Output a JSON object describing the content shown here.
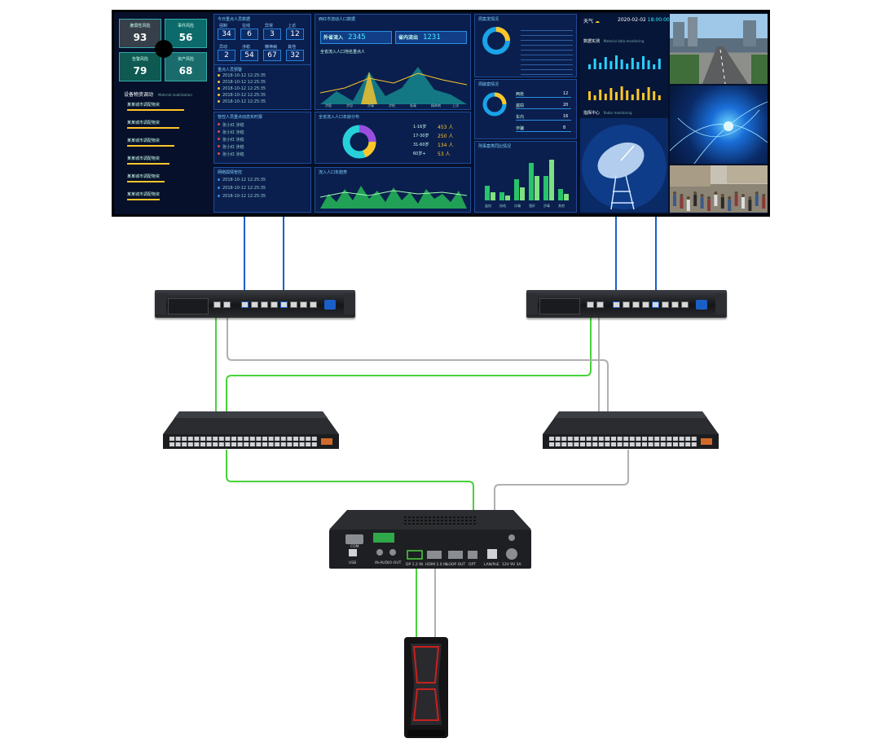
{
  "wall": {
    "risks": [
      {
        "label": "脆弱性风险",
        "value": "93",
        "color": "#37404a"
      },
      {
        "label": "事件风险",
        "value": "56",
        "color": "#0d6a6a"
      },
      {
        "label": "告警风险",
        "value": "79",
        "color": "#0e5a52"
      },
      {
        "label": "资产风险",
        "value": "68",
        "color": "#1a6c6c"
      }
    ],
    "material_title": "设备物资调动",
    "material_subtitle": "Material mobilization",
    "material_rows": [
      "某某城市调配物资",
      "某某城市调配物资",
      "某某城市调配物资",
      "某某城市调配物资",
      "某某城市调配物资",
      "某某城市调配物资"
    ],
    "today_title": "今日重点人员数据",
    "today_top_labels": [
      "强制",
      "在线",
      "异常",
      "上访"
    ],
    "today_top_values": [
      "34",
      "6",
      "3",
      "12"
    ],
    "today_bottom_labels": [
      "异动",
      "涉稳",
      "精神病",
      "其他"
    ],
    "today_bottom_values": [
      "2",
      "54",
      "67",
      "32"
    ],
    "alert_title": "重点人员预警",
    "alert_rows": [
      "2018-10-12  12:25:35",
      "2018-10-12  12:25:35",
      "2018-10-12  12:25:35",
      "2018-10-12  12:25:35",
      "2018-10-12  12:25:35"
    ],
    "mgmt_title": "管控人员重点动态实时报",
    "mgmt_rows": [
      "张小红  涉稳",
      "张小红  涉稳",
      "张小红  涉稳",
      "张小红  涉稳",
      "张小红  涉稳"
    ],
    "net_title": "网络舆情管控",
    "net_rows": [
      "2018-10-12  12:25:35",
      "2018-10-12  12:25:35",
      "2018-10-12  12:25:35"
    ],
    "flow_title": "西红市流动人口数据",
    "flow_in_label": "外省流入",
    "flow_in_value": "2345",
    "flow_out_label": "省内流出",
    "flow_out_value": "1231",
    "flow_chart_title": "全省流入人口地名重点人",
    "flow_cats": [
      "涉稳",
      "涉恐",
      "涉毒",
      "涉枪",
      "吸毒",
      "精神病",
      "上访"
    ],
    "age_title": "全省流入人口年龄分布",
    "age_rows": [
      {
        "range": "1-16岁",
        "value": "453 人"
      },
      {
        "range": "17-30岁",
        "value": "250 人"
      },
      {
        "range": "31-60岁",
        "value": "134 人"
      },
      {
        "range": "60岁+",
        "value": "53 人"
      }
    ],
    "trend_title": "流入人口年趋势",
    "case_title": "周案发情况",
    "week_title": "周破案情况",
    "week_rows": [
      {
        "label": "两抢",
        "value": "12"
      },
      {
        "label": "盗窃",
        "value": "20"
      },
      {
        "label": "车内",
        "value": "16"
      },
      {
        "label": "诈骗",
        "value": "8"
      }
    ],
    "compare_title": "刑事案类同比情况",
    "compare_cats": [
      "盗窃",
      "抢劫",
      "诈骗",
      "强奸",
      "涉毒",
      "其他"
    ],
    "weather_label": "天气",
    "date_text": "2020-02-02",
    "time_text": "18:00:00",
    "material_data_title": "数据实测",
    "material_data_en": "Material data monitoring",
    "radar_title": "指挥中心",
    "radar_en": "Radar monitoring",
    "accent": "#2c8ee0",
    "highlight": "#ffc629"
  },
  "colors": {
    "blue_cable": "#1a5fc8",
    "green_cable": "#48d23c",
    "gray_cable": "#b0b0b0"
  },
  "encoder_labels": {
    "com": "COM",
    "usb": "USB",
    "audio": "IN-AUDIO-OUT",
    "dp": "DP 1.2 IN",
    "hdmi": "HDMI 2.0 IN",
    "loop": "LOOP OUT",
    "opt": "OPT",
    "lan": "LAN/PoE",
    "power": "12V 9V 3A"
  }
}
